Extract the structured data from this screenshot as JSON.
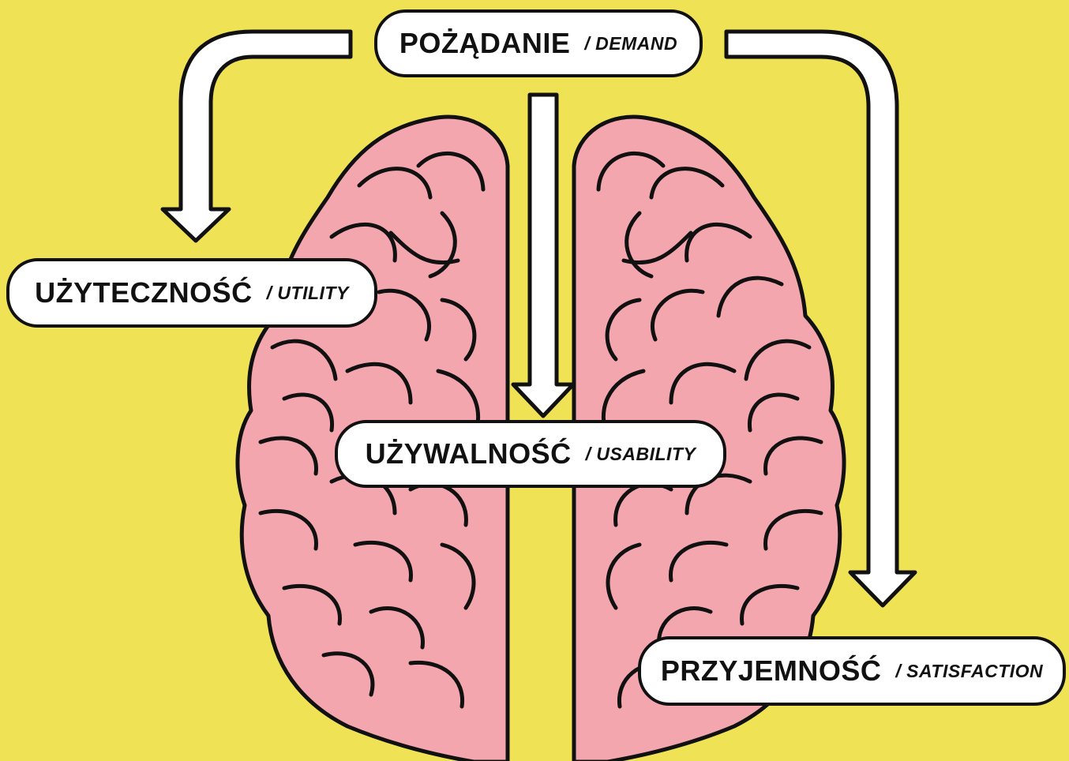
{
  "colors": {
    "background": "#F0E255",
    "brain_fill": "#F4A6AF",
    "outline": "#111111",
    "box_fill": "#FFFFFF"
  },
  "labels": {
    "demand": {
      "main": "POŻĄDANIE",
      "sub": "/ DEMAND"
    },
    "utility": {
      "main": "UŻYTECZNOŚĆ",
      "sub": "/ UTILITY"
    },
    "usability": {
      "main": "UŻYWALNOŚĆ",
      "sub": "/ USABILITY"
    },
    "satisfaction": {
      "main": "PRZYJEMNOŚĆ",
      "sub": "/ SATISFACTION"
    }
  }
}
